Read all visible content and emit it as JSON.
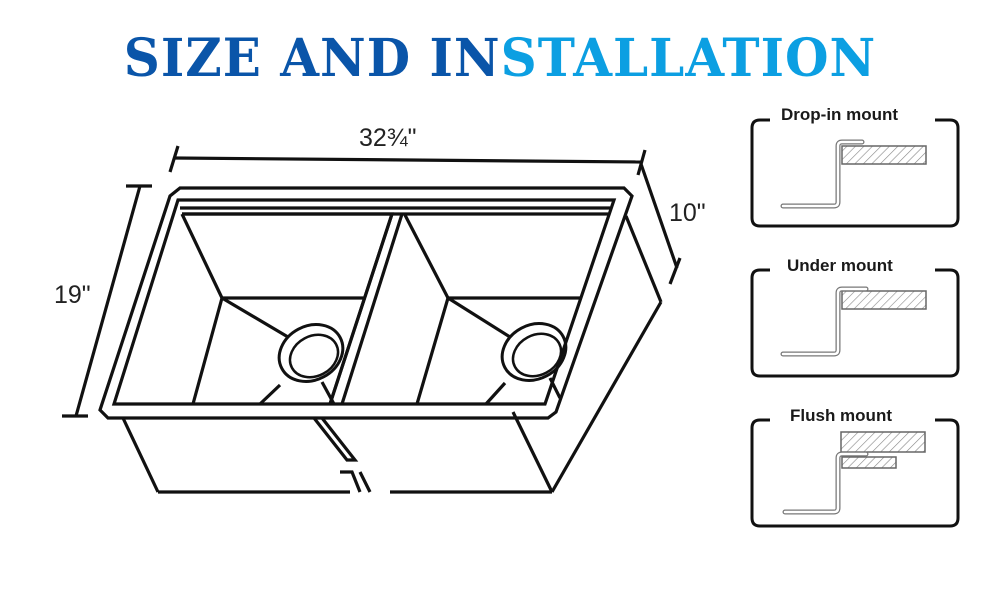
{
  "header": {
    "title_part1": "SIZE AND IN",
    "title_part2": "STALLATION",
    "title_color_dark": "#0a55a9",
    "title_color_light": "#0c9fe2"
  },
  "sink_diagram": {
    "type": "double-bowl undermount sink line drawing",
    "dimensions": {
      "length": "32¾\"",
      "width": "19\"",
      "depth": "10\""
    },
    "bowls": 2,
    "drains": 2
  },
  "mount_options": [
    {
      "label": "Drop-in mount",
      "icon": "drop-in-mount-diagram"
    },
    {
      "label": "Under mount",
      "icon": "under-mount-diagram"
    },
    {
      "label": "Flush mount",
      "icon": "flush-mount-diagram"
    }
  ]
}
